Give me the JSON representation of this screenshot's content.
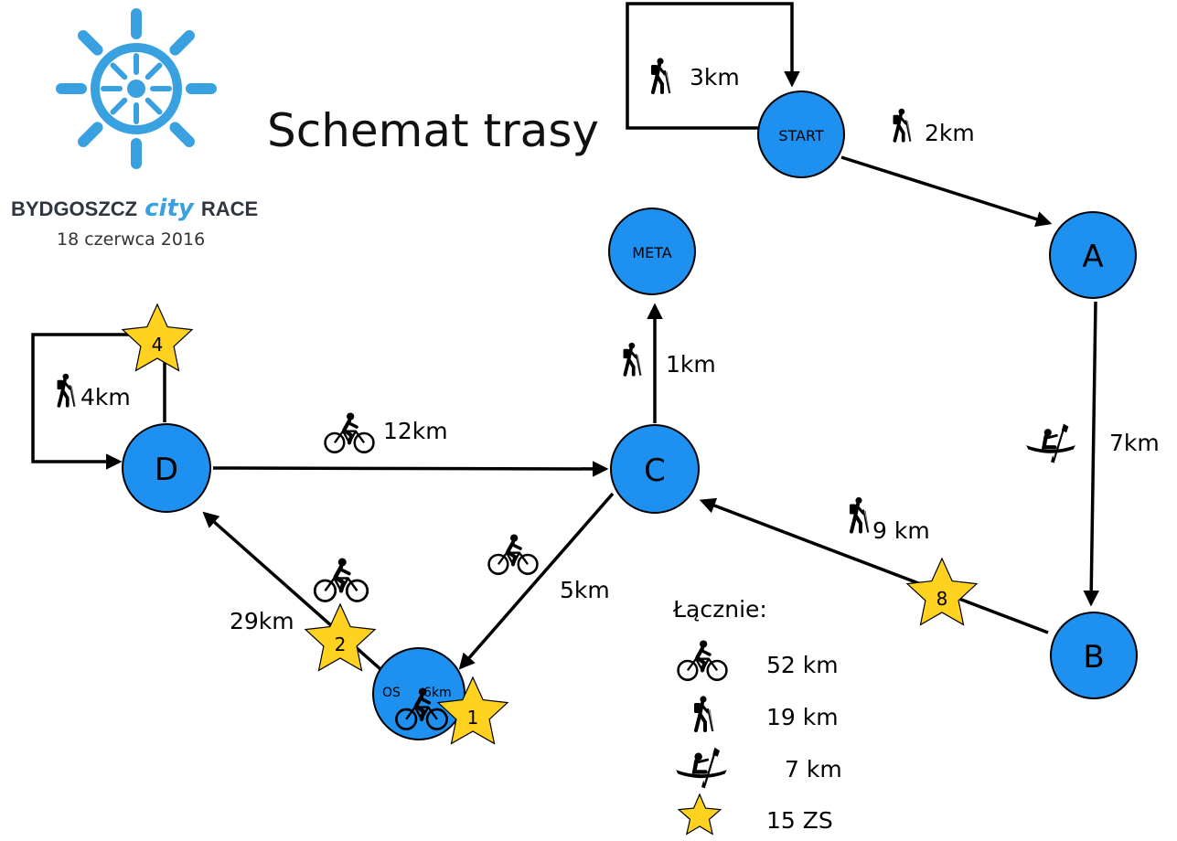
{
  "logo": {
    "name_part1": "BYDGOSZCZ",
    "name_city": "city",
    "name_part2": "RACE",
    "date": "18 czerwca 2016",
    "color": "#3aa1e0"
  },
  "title": "Schemat trasy",
  "nodes": [
    {
      "id": "start",
      "label": "START"
    },
    {
      "id": "a",
      "label": "A"
    },
    {
      "id": "b",
      "label": "B"
    },
    {
      "id": "c",
      "label": "C"
    },
    {
      "id": "d",
      "label": "D"
    },
    {
      "id": "meta",
      "label": "META"
    },
    {
      "id": "os",
      "label": "OS",
      "sublabel": "6km"
    }
  ],
  "edges": [
    {
      "id": "start-loop",
      "label": "3km",
      "mode": "hiking-icon"
    },
    {
      "id": "start-a",
      "label": "2km",
      "mode": "hiking-icon"
    },
    {
      "id": "a-b",
      "label": "7km",
      "mode": "kayak-icon"
    },
    {
      "id": "b-c",
      "label": "9 km",
      "mode": "hiking-icon"
    },
    {
      "id": "c-meta",
      "label": "1km",
      "mode": "hiking-icon"
    },
    {
      "id": "d-c",
      "label": "12km",
      "mode": "bike-icon"
    },
    {
      "id": "c-os",
      "label": "5km",
      "mode": "bike-icon"
    },
    {
      "id": "os-d",
      "label": "29km",
      "mode": "bike-icon"
    },
    {
      "id": "d-loop",
      "label": "4km",
      "mode": "hiking-icon"
    }
  ],
  "stars": [
    {
      "id": "star-1",
      "label": "1"
    },
    {
      "id": "star-2",
      "label": "2"
    },
    {
      "id": "star-4",
      "label": "4"
    },
    {
      "id": "star-8",
      "label": "8"
    }
  ],
  "legend": {
    "title": "Łącznie:",
    "items": [
      {
        "icon": "bike-icon",
        "value": "52 km"
      },
      {
        "icon": "hiking-icon",
        "value": "19 km"
      },
      {
        "icon": "kayak-icon",
        "value": "7 km"
      },
      {
        "icon": "star-icon",
        "value": "15 ZS"
      }
    ]
  },
  "colors": {
    "node_fill": "#1e90f0",
    "star_fill": "#ffd21f"
  }
}
